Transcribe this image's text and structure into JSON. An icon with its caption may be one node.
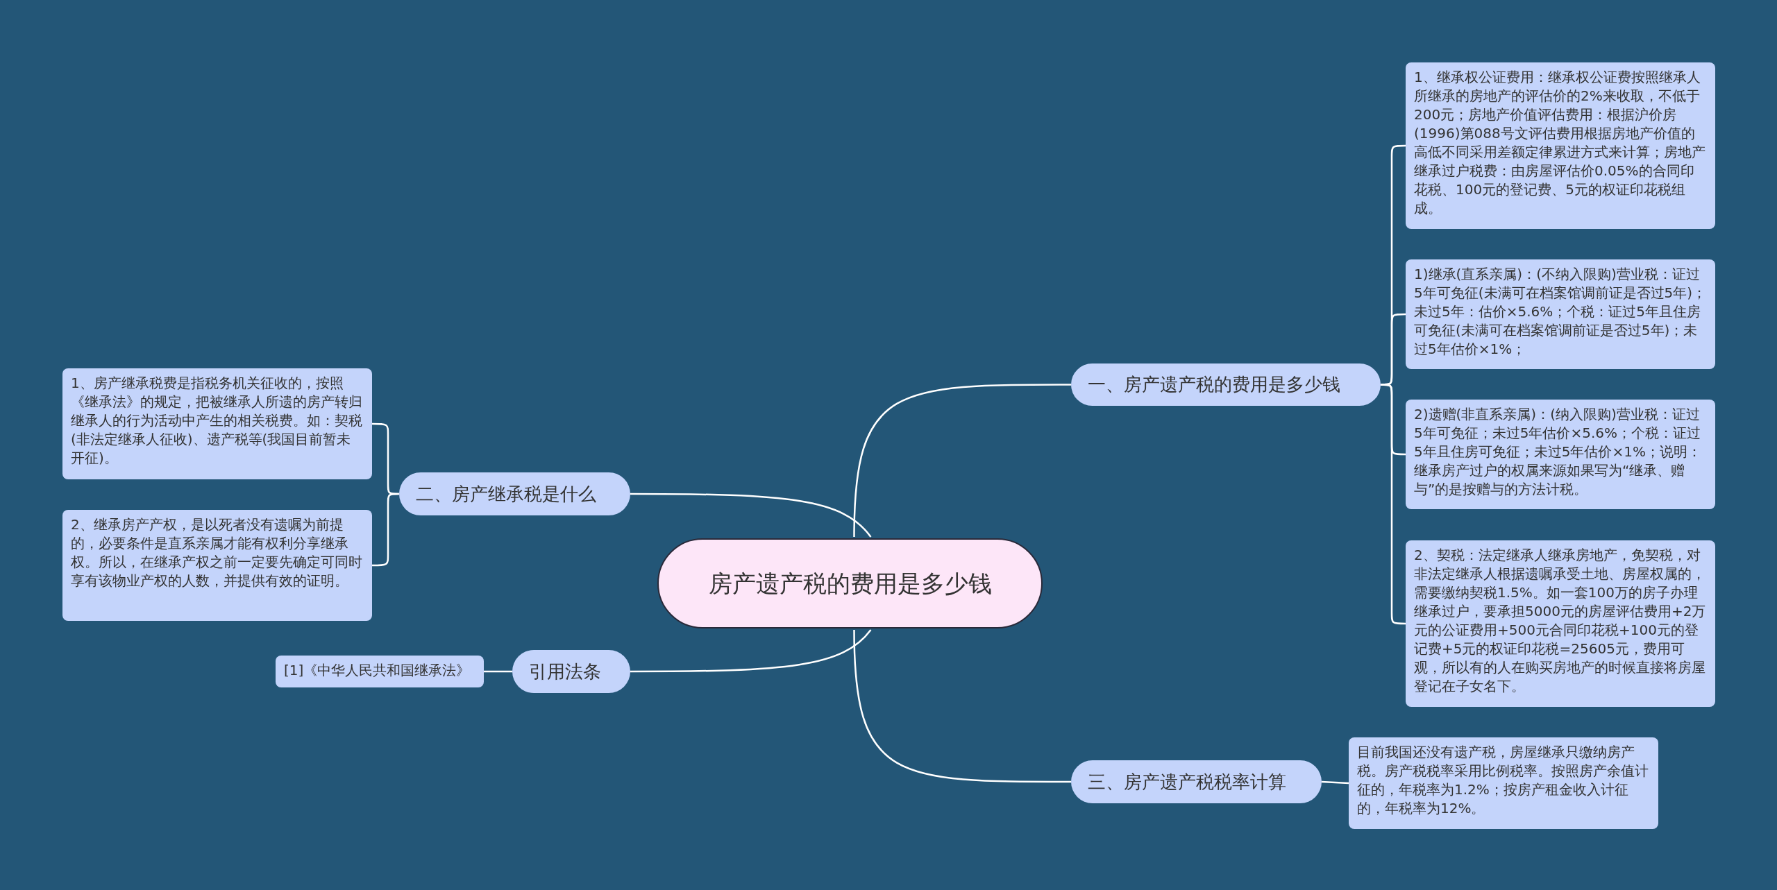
{
  "diagram": {
    "nodes": [
      {
        "text": [
          "房产遗产税的费用是多少钱"
        ]
      },
      {
        "text": [
          "一、房产遗产税的费用是多少钱"
        ]
      },
      {
        "text": [
          "1、继承权公证费用：继承权公证费按照继承人所继承的房地产的评估价的2%来收取，不低于200元；房地产价值评估费用：根据沪价房(1996)第088号文评估费用根据房地产价值的高低不同采用差额定律累进方式来计算；房地产继承过户税费：由房屋评估价0.05%的合同印花税、100元的登记费、5元的权证印花税组成。"
        ]
      },
      {
        "text": [
          "1)继承(直系亲属)：(不纳入限购)营业税：证过5年可免征(未满可在档案馆调前证是否过5年)；未过5年：估价×5.6%；个税：证过5年且住房可免征(未满可在档案馆调前证是否过5年)；未过5年估价×1%；"
        ]
      },
      {
        "text": [
          "2)遗赠(非直系亲属)：(纳入限购)营业税：证过5年可免征；未过5年估价×5.6%；个税：证过5年且住房可免征；未过5年估价×1%；说明：继承房产过户的权属来源如果写为“继承、赠与”的是按赠与的方法计税。"
        ]
      },
      {
        "text": [
          "2、契税：法定继承人继承房地产，免契税，对非法定继承人根据遗嘱承受土地、房屋权属的，需要缴纳契税1.5%。如一套100万的房子办理继承过户，要承担5000元的房屋评估费用+2万元的公证费用+500元合同印花税+100元的登记费+5元的权证印花税=25605元，费用可观，所以有的人在购买房地产的时候直接将房屋登记在子女名下。"
        ]
      },
      {
        "text": [
          "二、房产继承税是什么"
        ]
      },
      {
        "text": [
          "1、房产继承税费是指税务机关征收的，按照《继承法》的规定，把被继承人所遗的房产转归继承人的行为活动中产生的相关税费。如：契税(非法定继承人征收)、遗产税等(我国目前暂未开征)。"
        ]
      },
      {
        "text": [
          "2、继承房产产权，是以死者没有遗嘱为前提的，必要条件是直系亲属才能有权利分享继承权。所以，在继承产权之前一定要先确定可同时享有该物业产权的人数，并提供有效的证明。"
        ]
      },
      {
        "text": [
          "引用法条"
        ]
      },
      {
        "text": [
          "[1]《中华人民共和国继承法》"
        ]
      },
      {
        "text": [
          "三、房产遗产税税率计算"
        ]
      },
      {
        "text": [
          "目前我国还没有遗产税，房屋继承只缴纳房产税。房产税税率采用比例税率。按照房产余值计征的，年税率为1.2%；按房产租金收入计征的，年税率为12%。"
        ]
      }
    ],
    "edges": [
      {
        "from": 0,
        "to": 1,
        "arrow": "none"
      },
      {
        "from": 1,
        "to": 2,
        "arrow": "none"
      },
      {
        "from": 1,
        "to": 3,
        "arrow": "none"
      },
      {
        "from": 1,
        "to": 4,
        "arrow": "none"
      },
      {
        "from": 1,
        "to": 5,
        "arrow": "none"
      },
      {
        "from": 0,
        "to": 6,
        "arrow": "none"
      },
      {
        "from": 6,
        "to": 7,
        "arrow": "none"
      },
      {
        "from": 6,
        "to": 8,
        "arrow": "none"
      },
      {
        "from": 0,
        "to": 9,
        "arrow": "none"
      },
      {
        "from": 9,
        "to": 10,
        "arrow": "none"
      },
      {
        "from": 0,
        "to": 11,
        "arrow": "none"
      },
      {
        "from": 11,
        "to": 12,
        "arrow": "none"
      }
    ]
  }
}
